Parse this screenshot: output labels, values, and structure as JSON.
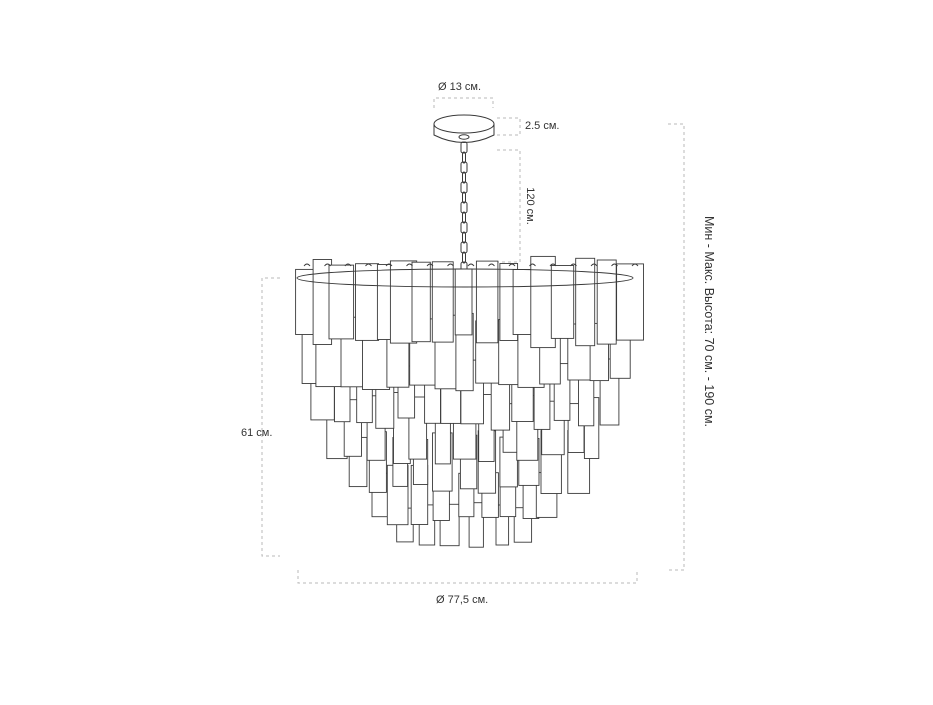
{
  "labels": {
    "canopy_diameter": "Ø 13 см.",
    "canopy_height": "2.5 см.",
    "chain_length": "120 см.",
    "body_height": "61 см.",
    "body_diameter": "Ø 77,5 см.",
    "total_height": "Мин - Макс. Высота: 70 см. - 190 см."
  },
  "colors": {
    "line": "#3a3a3a",
    "dimension": "#b8b8b8",
    "text": "#333333"
  }
}
